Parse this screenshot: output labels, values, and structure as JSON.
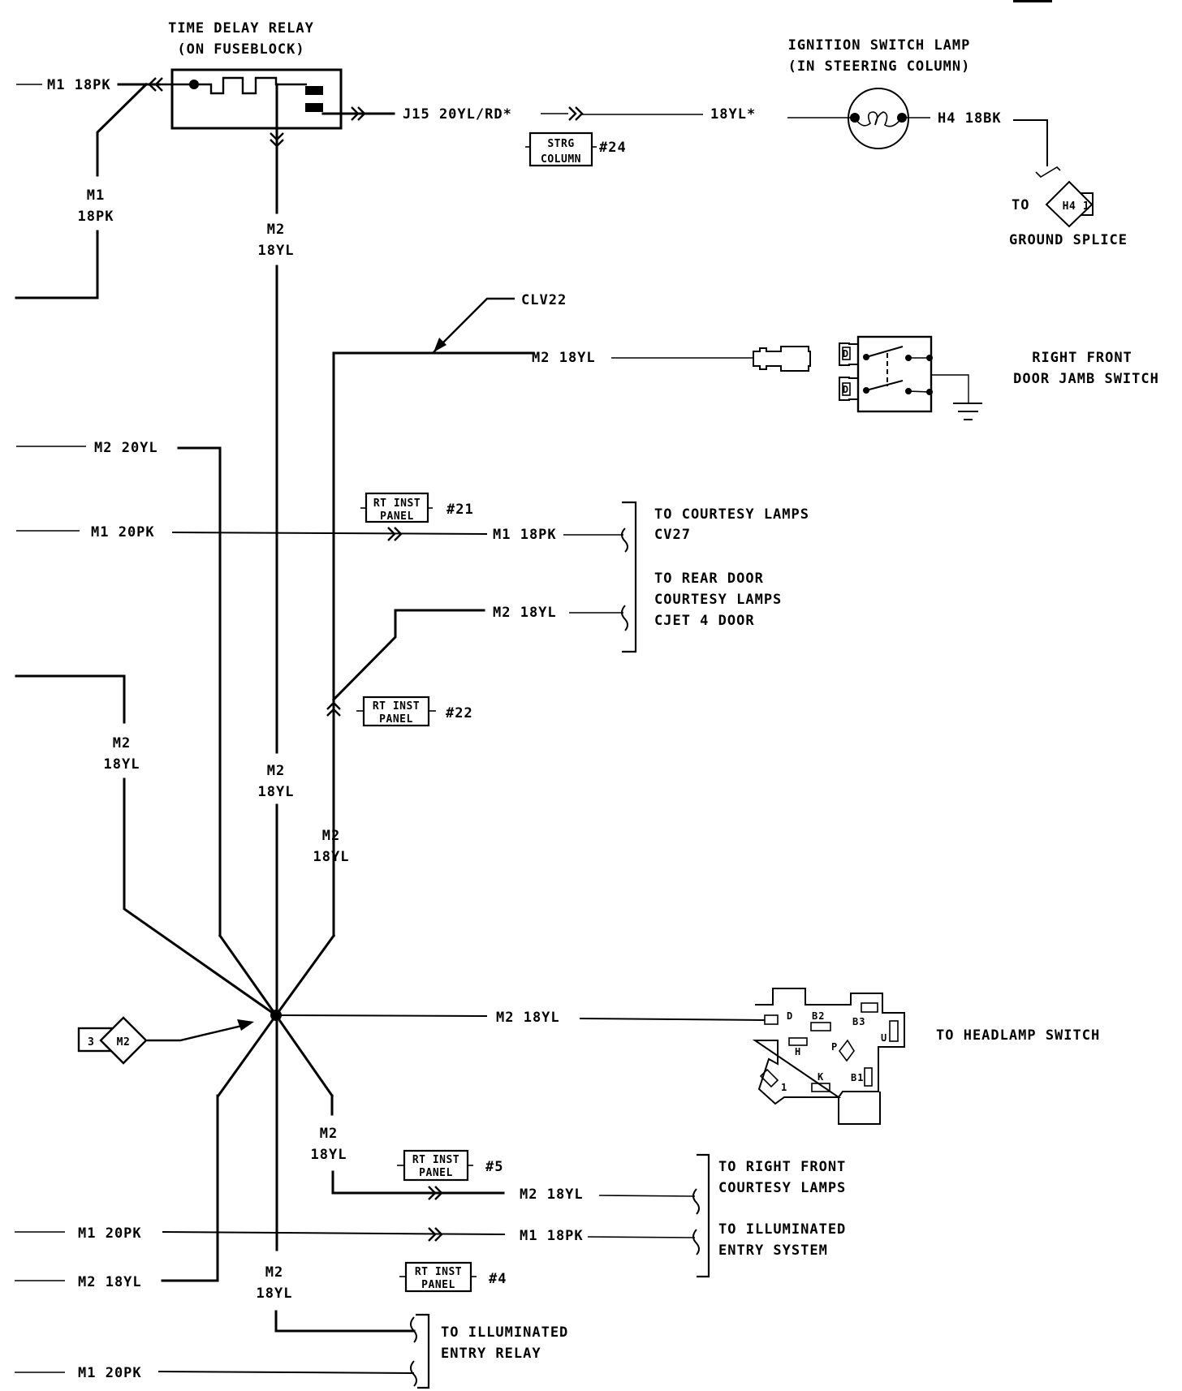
{
  "components": {
    "time_delay_relay": {
      "title": "TIME DELAY RELAY",
      "subtitle": "(ON FUSEBLOCK)"
    },
    "ignition_switch_lamp": {
      "title": "IGNITION SWITCH LAMP",
      "subtitle": "(IN STEERING COLUMN)"
    },
    "right_front_door_jamb_switch": {
      "line1": "RIGHT FRONT",
      "line2": "DOOR JAMB SWITCH",
      "terminal_labels": [
        "D",
        "D"
      ]
    },
    "headlamp_switch": {
      "label": "TO HEADLAMP SWITCH",
      "pins": [
        "D",
        "B2",
        "B3",
        "U",
        "H",
        "P",
        "1",
        "K",
        "B1"
      ]
    },
    "ground_splice": {
      "to": "TO",
      "splice_id": "H4",
      "pin": "1",
      "label": "GROUND SPLICE"
    },
    "splice_m2": {
      "pin": "3",
      "splice_id": "M2"
    }
  },
  "wires": {
    "m1_18pk_top": "M1 18PK",
    "m1_18pk_left_vert": [
      "M1",
      "18PK"
    ],
    "m2_18yl_main_top": [
      "M2",
      "18YL"
    ],
    "j15": "J15 20YL/RD*",
    "yl18_star": "18YL*",
    "h4_18bk": "H4 18BK",
    "clv22": "CLV22",
    "m2_18yl_door": "M2 18YL",
    "m2_20yl": "M2 20YL",
    "m1_20pk_mid": "M1 20PK",
    "m1_18pk_courtesy": "M1 18PK",
    "m2_18yl_rear": "M2 18YL",
    "m2_18yl_left_vert": [
      "M2",
      "18YL"
    ],
    "m2_18yl_main_mid": [
      "M2",
      "18YL"
    ],
    "m2_18yl_clv_vert": [
      "M2",
      "18YL"
    ],
    "m2_18yl_headlamp": "M2 18YL",
    "m2_18yl_lower_right": [
      "M2",
      "18YL"
    ],
    "m2_18yl_rf_courtesy": "M2 18YL",
    "m1_20pk_lower": "M1 20PK",
    "m1_18pk_entry": "M1 18PK",
    "m2_18yl_lower_left": "M2 18YL",
    "m2_18yl_main_bottom": [
      "M2",
      "18YL"
    ],
    "m1_20pk_bottom": "M1 20PK"
  },
  "connectors": [
    {
      "line1": "STRG",
      "line2": "COLUMN",
      "number": "#24"
    },
    {
      "line1": "RT INST",
      "line2": "PANEL",
      "number": "#21"
    },
    {
      "line1": "RT INST",
      "line2": "PANEL",
      "number": "#22"
    },
    {
      "line1": "RT INST",
      "line2": "PANEL",
      "number": "#5"
    },
    {
      "line1": "RT INST",
      "line2": "PANEL",
      "number": "#4"
    }
  ],
  "destinations": {
    "courtesy_lamps": [
      "TO COURTESY LAMPS",
      "CV27"
    ],
    "rear_door": [
      "TO REAR DOOR",
      "COURTESY LAMPS",
      "CJET 4 DOOR"
    ],
    "rf_courtesy": [
      "TO RIGHT FRONT",
      "COURTESY LAMPS"
    ],
    "illuminated_entry_system": [
      "TO ILLUMINATED",
      "ENTRY SYSTEM"
    ],
    "illuminated_entry_relay": [
      "TO ILLUMINATED",
      "ENTRY RELAY"
    ]
  }
}
